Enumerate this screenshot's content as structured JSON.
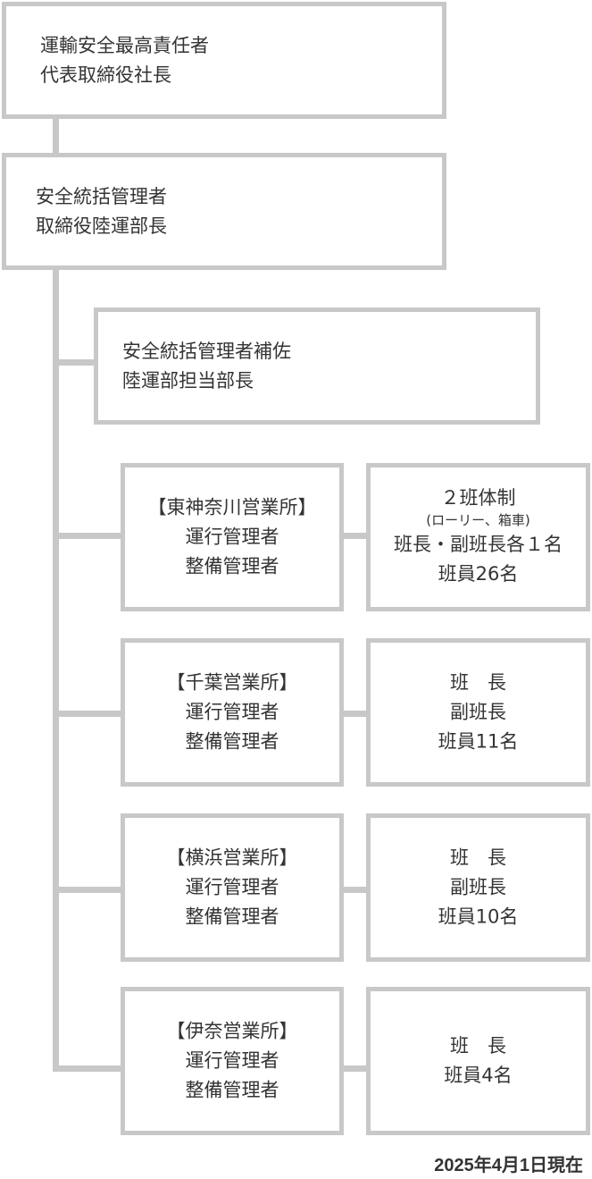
{
  "top": {
    "line1": "運輸安全最高責任者",
    "line2": "代表取締役社長"
  },
  "supervisor": {
    "line1": "安全統括管理者",
    "line2": "取締役陸運部長"
  },
  "assistant": {
    "line1": "安全統括管理者補佐",
    "line2": "陸運部担当部長"
  },
  "offices": [
    {
      "name": "【東神奈川営業所】",
      "role1": "運行管理者",
      "role2": "整備管理者",
      "team": {
        "title": "２班体制",
        "note": "(ローリー、箱車)",
        "line1": "班長・副班長各１名",
        "line2": "班員26名"
      }
    },
    {
      "name": "【千葉営業所】",
      "role1": "運行管理者",
      "role2": "整備管理者",
      "team": {
        "line1": "班　長",
        "line2": "副班長",
        "line3": "班員11名"
      }
    },
    {
      "name": "【横浜営業所】",
      "role1": "運行管理者",
      "role2": "整備管理者",
      "team": {
        "line1": "班　長",
        "line2": "副班長",
        "line3": "班員10名"
      }
    },
    {
      "name": "【伊奈営業所】",
      "role1": "運行管理者",
      "role2": "整備管理者",
      "team": {
        "line1": "班　長",
        "line2": "班員4名"
      }
    }
  ],
  "as_of": "2025年4月1日現在",
  "colors": {
    "border": "#c8c8c8",
    "text": "#333333"
  }
}
